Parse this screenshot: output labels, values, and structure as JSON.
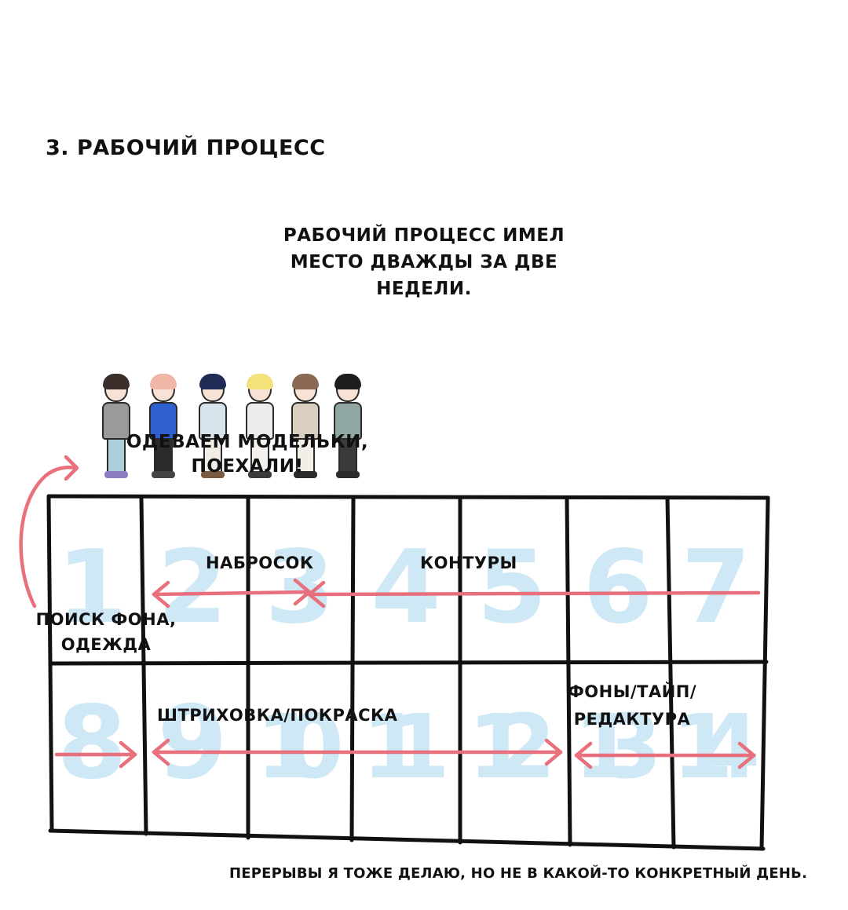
{
  "section_title": "3. Рабочий процесс",
  "intro": {
    "lines": [
      "Рабочий процесс имел",
      "место дважды за две",
      "недели."
    ]
  },
  "dress_label": {
    "lines": [
      "Одеваем модельки,",
      "поехали!"
    ]
  },
  "calendar": {
    "days": [
      "1",
      "2",
      "3",
      "4",
      "5",
      "6",
      "7",
      "8",
      "9",
      "10",
      "11",
      "12",
      "13",
      "14"
    ],
    "day_number_color": "#cfe8f6",
    "grid_color": "#111111",
    "arrow_color": "#e8707c"
  },
  "stages": {
    "sketch": "Набросок",
    "lineart": "Контуры",
    "search": [
      "Поиск фона,",
      "одежда"
    ],
    "hatching": "Штриховка/покраска",
    "backgrounds": [
      "Фоны/тайп/",
      "редактура"
    ]
  },
  "footnote": "Перерывы я тоже делаю, но не в какой-то конкретный день.",
  "figures": [
    {
      "name": "figure-girl-gray",
      "hair": "#3a2f2a",
      "top": "#9a9a9a",
      "legs": "#a9cfd8",
      "shoes": "#8e7cc3"
    },
    {
      "name": "figure-pink-hair-blue",
      "hair": "#f0b6a8",
      "top": "#2f5fd0",
      "legs": "#2b2b2b",
      "shoes": "#444444"
    },
    {
      "name": "figure-navy-hair-shirt",
      "hair": "#1f2a55",
      "top": "#d7e3ea",
      "legs": "#f1ede6",
      "shoes": "#7a5a43"
    },
    {
      "name": "figure-blonde-tie",
      "hair": "#f3e27a",
      "top": "#ececec",
      "legs": "#f4f1ec",
      "shoes": "#3a3a3a"
    },
    {
      "name": "figure-brown-hair-cardigan",
      "hair": "#8a6a55",
      "top": "#d9cfc1",
      "legs": "#f3efe8",
      "shoes": "#2b2b2b"
    },
    {
      "name": "figure-black-hair-jacket",
      "hair": "#1d1d1d",
      "top": "#8fa6a2",
      "legs": "#3a3a3a",
      "shoes": "#2b2b2b"
    }
  ]
}
